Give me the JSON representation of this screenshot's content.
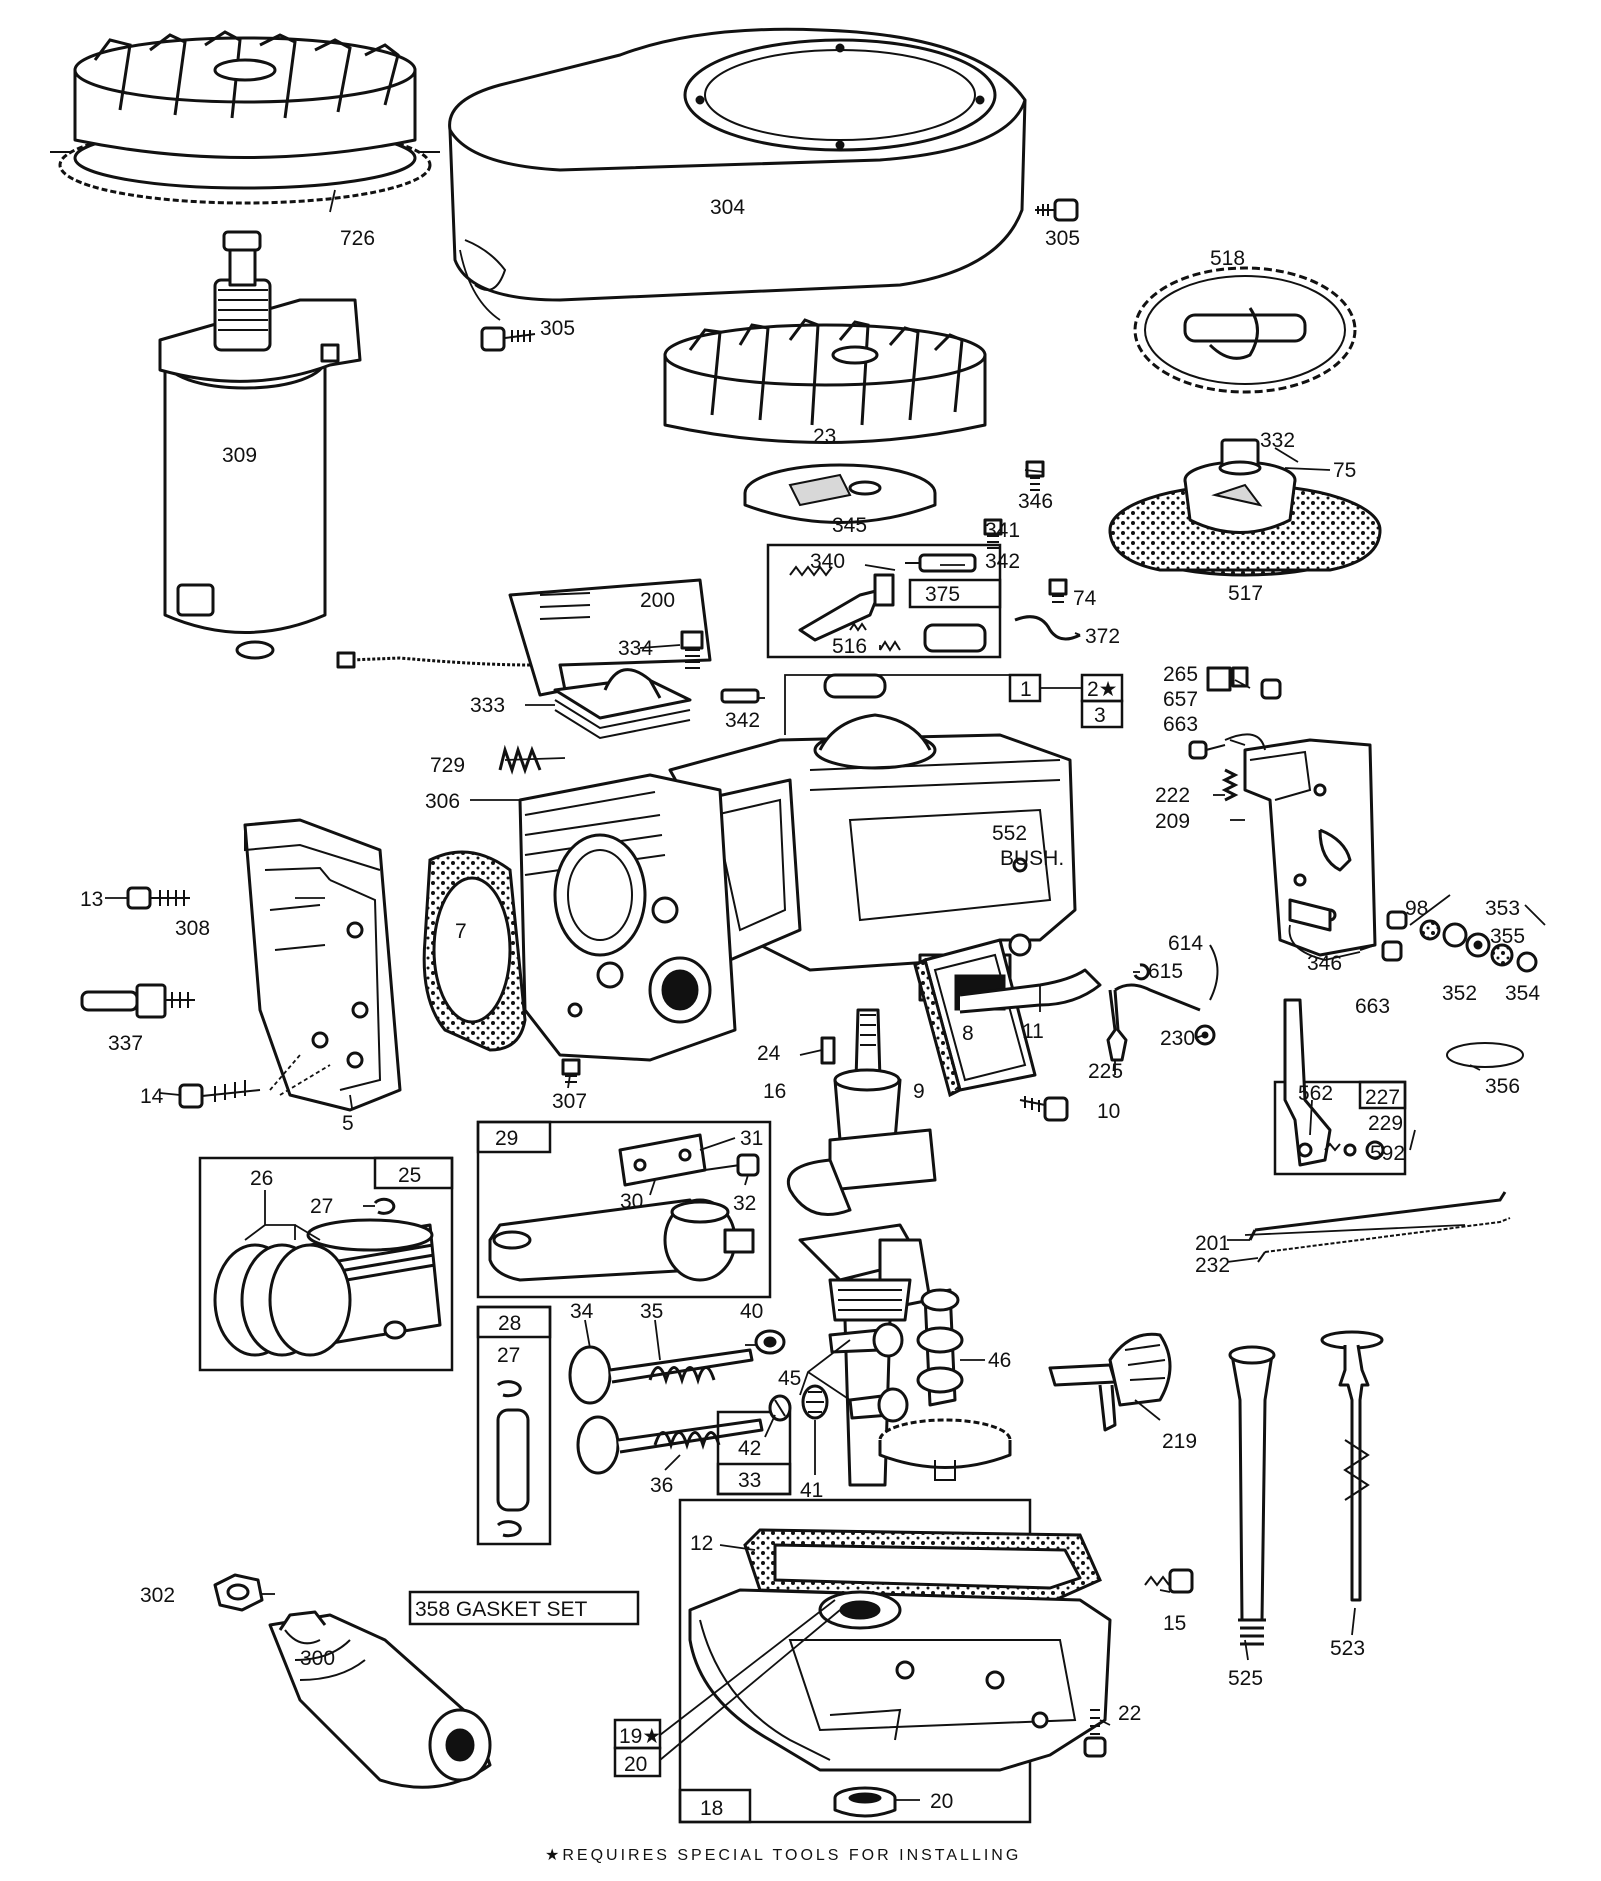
{
  "labels": {
    "l726": "726",
    "l304": "304",
    "l305a": "305",
    "l305b": "305",
    "l518": "518",
    "l309": "309",
    "l23": "23",
    "l332": "332",
    "l75": "75",
    "l346a": "346",
    "l345": "345",
    "l341": "341",
    "l340": "340",
    "l342a": "342",
    "l517": "517",
    "l375": "375",
    "l74": "74",
    "l200": "200",
    "l516": "516",
    "l372": "372",
    "l334": "334",
    "l1": "1",
    "l2": "2★",
    "l3": "3",
    "l265": "265",
    "l657": "657",
    "l663a": "663",
    "l333": "333",
    "l342b": "342",
    "l729": "729",
    "l306": "306",
    "l222": "222",
    "l209": "209",
    "l552": "552",
    "lbush": "BUSH.",
    "l7": "7",
    "l13": "13",
    "l308": "308",
    "l98": "98",
    "l353": "353",
    "l355": "355",
    "l346b": "346",
    "l352": "352",
    "l354": "354",
    "l614": "614",
    "l615": "615",
    "l11": "11",
    "l8": "8",
    "l337": "337",
    "l663b": "663",
    "l24": "24",
    "l225": "225",
    "l230": "230",
    "l16": "16",
    "l9": "9",
    "l10": "10",
    "l307": "307",
    "l14": "14",
    "l5": "5",
    "l356": "356",
    "l562": "562",
    "l227": "227",
    "l229": "229",
    "l592": "592",
    "l29": "29",
    "l31": "31",
    "l26": "26",
    "l25": "25",
    "l27a": "27",
    "l30": "30",
    "l32": "32",
    "l201": "201",
    "l232": "232",
    "l28": "28",
    "l34": "34",
    "l35": "35",
    "l40": "40",
    "l27b": "27",
    "l45": "45",
    "l46": "46",
    "l219": "219",
    "l42": "42",
    "l33": "33",
    "l36": "36",
    "l41": "41",
    "l302": "302",
    "l12": "12",
    "l15": "15",
    "l358": "358 GASKET SET",
    "l300": "300",
    "l523": "523",
    "l525": "525",
    "l19": "19★",
    "l20a": "20",
    "l22": "22",
    "l18": "18",
    "l20b": "20"
  },
  "footnote": "★REQUIRES SPECIAL TOOLS FOR INSTALLING"
}
